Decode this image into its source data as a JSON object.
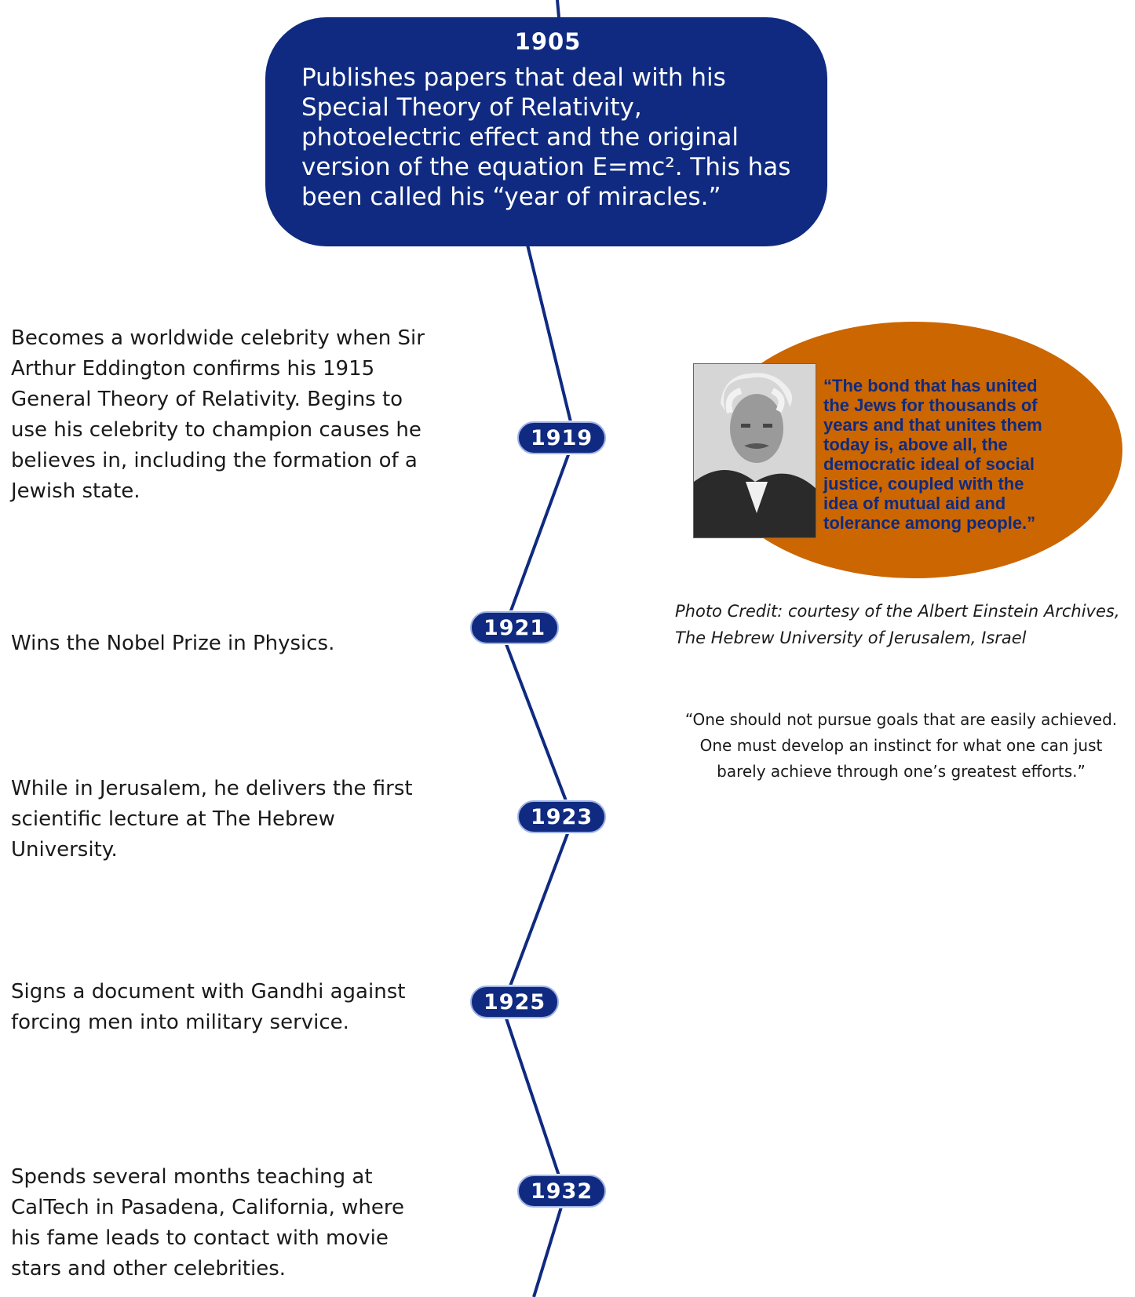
{
  "header": {
    "year": "1905",
    "text": "Publishes papers that deal with his Special Theory of Relativity, photoelectric effect and the original version of the equation E=mc². This has been called his “year of miracles.”"
  },
  "events": [
    {
      "year": "1919",
      "text": "Becomes a worldwide celebrity when Sir Arthur Eddington confirms his 1915 General Theory of Relativity. Begins to use his celebrity to champion causes he believes in, including the formation of a Jewish state."
    },
    {
      "year": "1921",
      "text": "Wins the Nobel Prize in Physics."
    },
    {
      "year": "1923",
      "text": "While in Jerusalem, he delivers the first scientific lecture at The Hebrew University."
    },
    {
      "year": "1925",
      "text": "Signs a document with Gandhi against forcing men into military service."
    },
    {
      "year": "1932",
      "text": "Spends several months teaching at CalTech in Pasadena, California, where his fame leads to contact with movie stars and other celebrities."
    }
  ],
  "oval_quote": "“The bond that has united the Jews for thousands of years and that unites them today is, above all, the democratic ideal of social justice, coupled with the idea of mutual aid and tolerance among people.”",
  "photo_credit": "Photo Credit: courtesy of the Albert Einstein Archives, The Hebrew University of Jerusalem, Israel",
  "quote": "“One should not pursue goals that are easily achieved. One must develop an instinct for what one can just barely achieve through one’s greatest efforts.”",
  "colors": {
    "timeline_blue": "#0f2a80",
    "oval_orange": "#cc6600",
    "quote_blue": "#0f2a80"
  }
}
